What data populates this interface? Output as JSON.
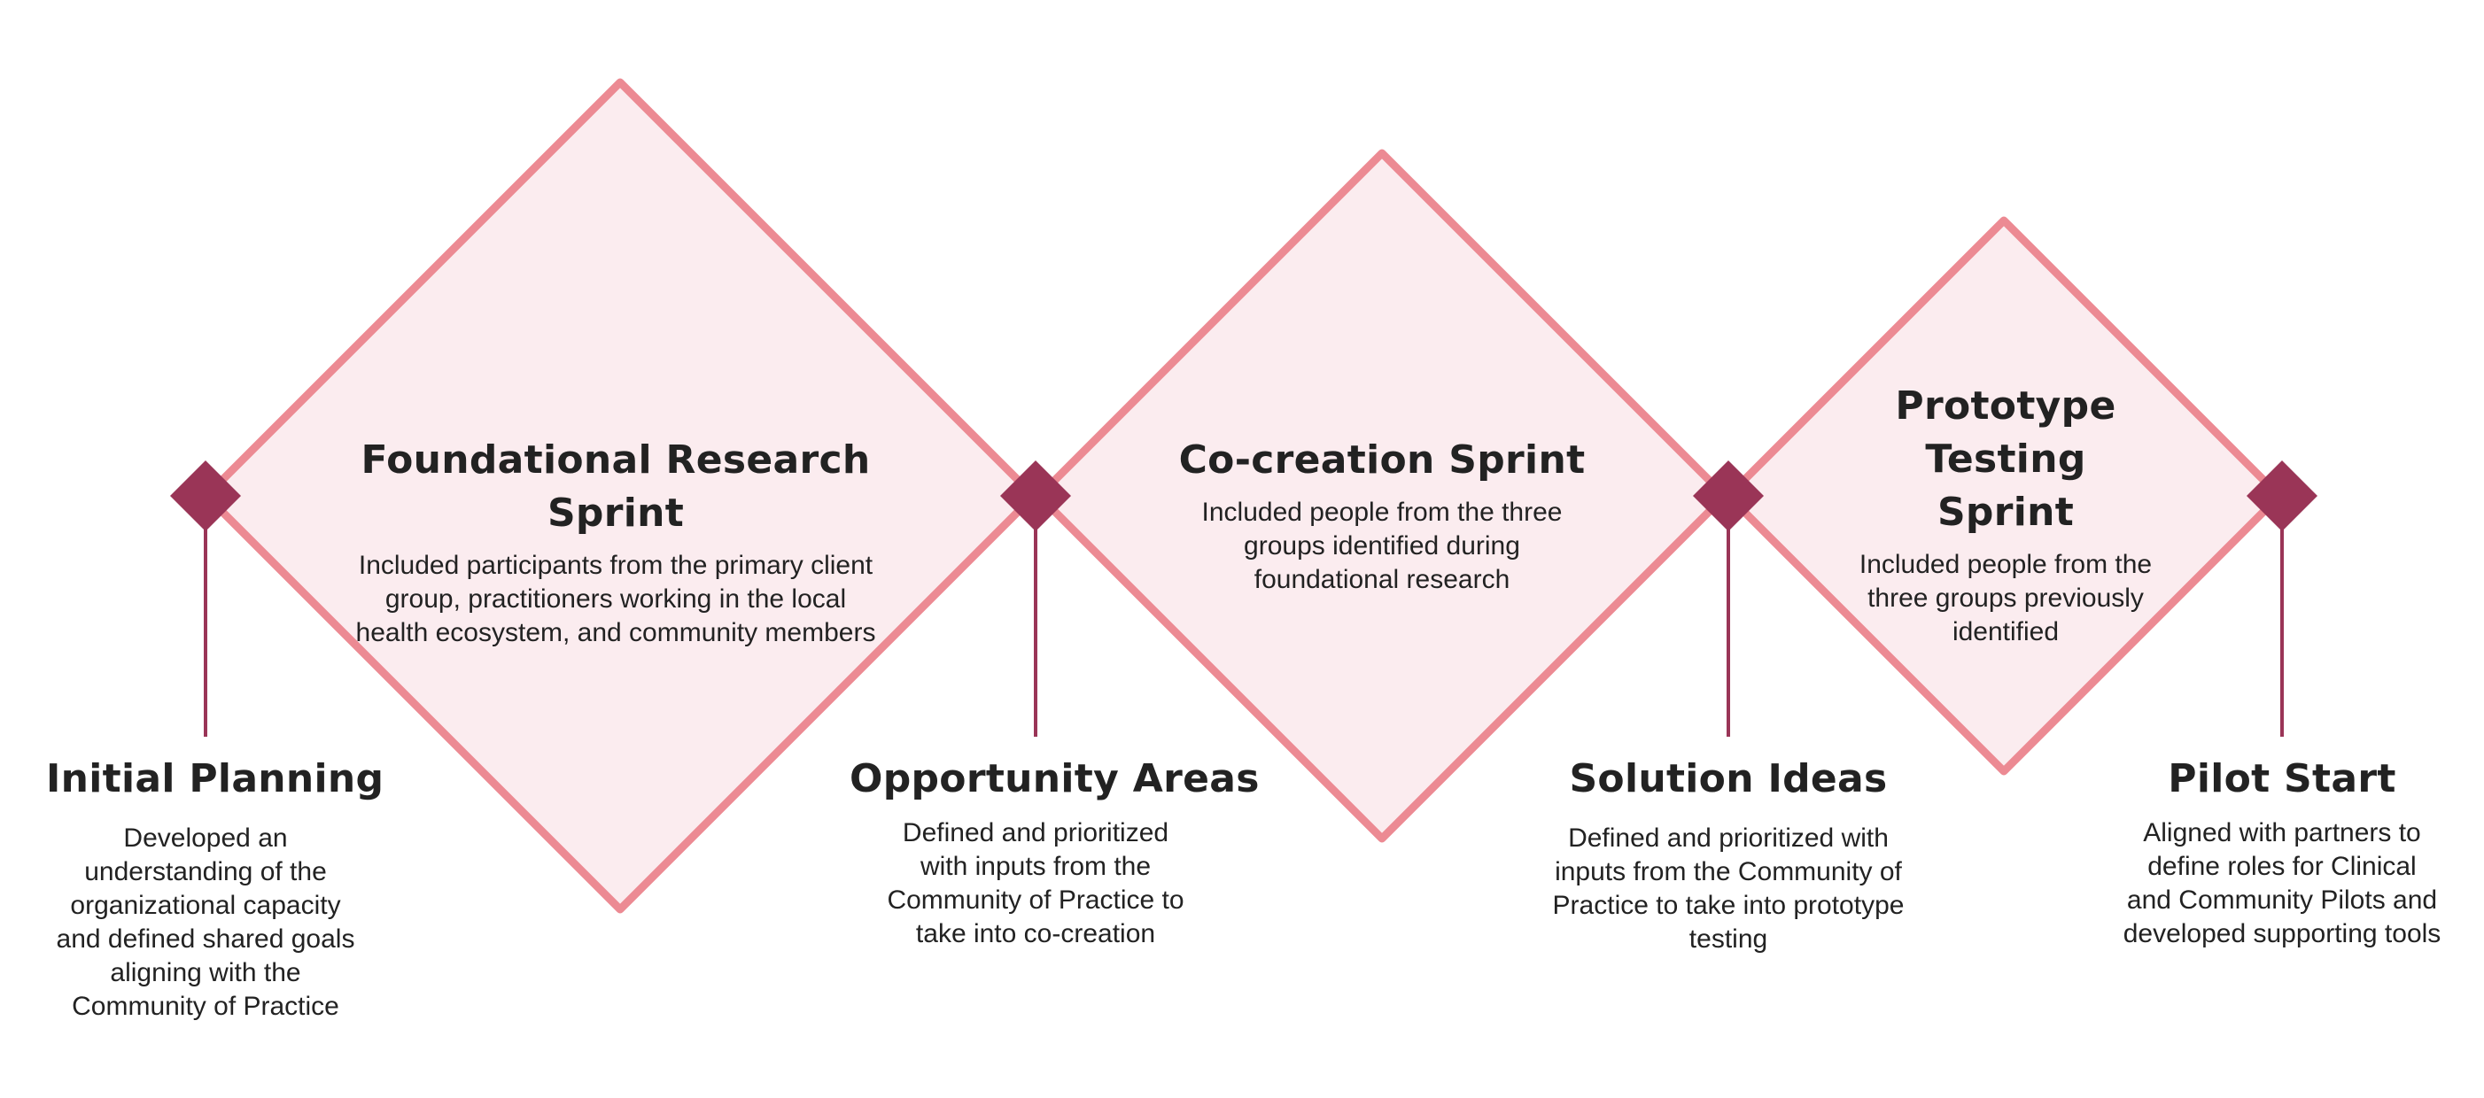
{
  "colors": {
    "diamond_fill": "#fbecef",
    "diamond_stroke": "#ec8a93",
    "marker": "#9a3557",
    "text": "#222222"
  },
  "sprints": [
    {
      "title": "Foundational Research Sprint",
      "description": "Included participants from the primary client group, practitioners working in the local health ecosystem, and community members"
    },
    {
      "title": "Co-creation Sprint",
      "description": "Included people from the three groups identified during foundational research"
    },
    {
      "title": "Prototype Testing Sprint",
      "description": "Included people from the three groups previously identified"
    }
  ],
  "milestones": [
    {
      "title": "Initial Planning",
      "description": "Developed an understanding of the organizational capacity and defined shared goals aligning with the Community of Practice"
    },
    {
      "title": "Opportunity Areas",
      "description": "Defined and prioritized with inputs from the Community of Practice to take into co-creation"
    },
    {
      "title": "Solution Ideas",
      "description": "Defined and prioritized with inputs from the Community of Practice to take into prototype testing"
    },
    {
      "title": "Pilot Start",
      "description": "Aligned with partners to define roles for Clinical and Community Pilots and developed supporting tools"
    }
  ]
}
